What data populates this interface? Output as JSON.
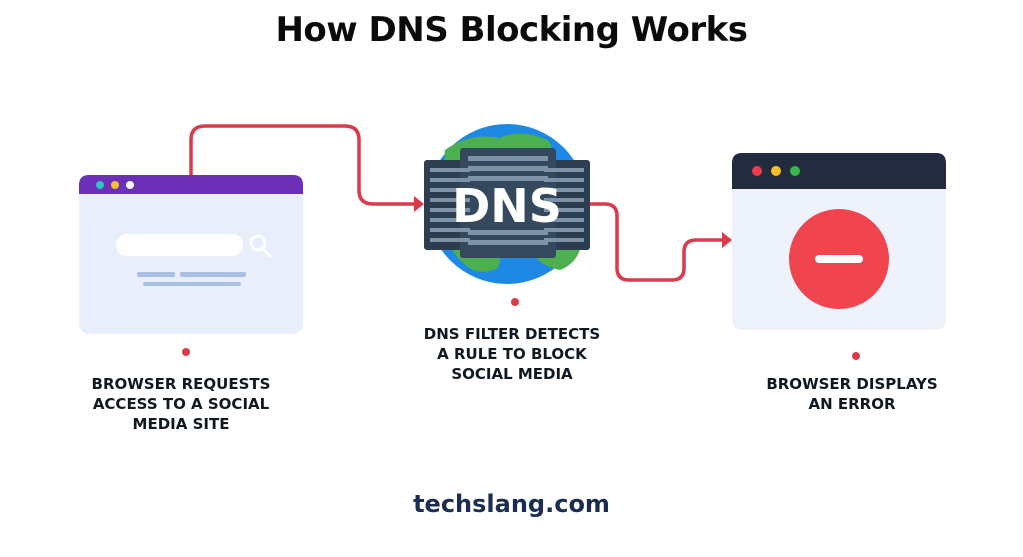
{
  "title": "How DNS Blocking Works",
  "steps": [
    {
      "text": "BROWSER REQUESTS ACCESS TO A SOCIAL MEDIA SITE"
    },
    {
      "text": "DNS FILTER DETECTS A RULE TO BLOCK SOCIAL MEDIA"
    },
    {
      "text": "BROWSER DISPLAYS AN ERROR"
    }
  ],
  "server_label": "DNS",
  "footer": "techslang.com",
  "colors": {
    "arrow": "#d93a4c",
    "browser1_bar": "#6b2fb8",
    "browser2_bar": "#232b3e",
    "window_body": "#e8eefb",
    "error_circle": "#f0444f",
    "globe_ocean": "#1e88e5",
    "globe_land": "#4caf50",
    "server": "#34495e"
  }
}
